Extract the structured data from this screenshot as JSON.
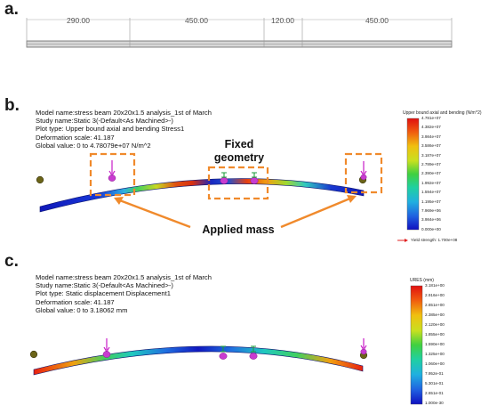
{
  "panel_a": {
    "letter": "a.",
    "dims": [
      "290.00",
      "450.00",
      "120.00",
      "450.00"
    ]
  },
  "panel_b": {
    "letter": "b.",
    "info": [
      "Model name:stress beam 20x20x1.5 analysis_1st of March",
      "Study name:Static 3(-Default<As Machined>-)",
      "Plot type: Upper bound axial and bending Stress1",
      "Deformation scale: 41.187",
      "Global value: 0 to 4.78079e+07 N/m^2"
    ],
    "legend_title": "Upper bound axial and bending (N/m^2)",
    "legend_ticks": [
      "4.781e+07",
      "4.382e+07",
      "3.984e+07",
      "3.586e+07",
      "3.187e+07",
      "2.789e+07",
      "2.390e+07",
      "1.992e+07",
      "1.594e+07",
      "1.195e+07",
      "7.969e+06",
      "3.984e+06",
      "0.000e+00"
    ],
    "yield_label": "Yield strength: 1.700e+08",
    "fixed_label": "Fixed\ngeometry",
    "applied_label": "Applied mass"
  },
  "panel_c": {
    "letter": "c.",
    "info": [
      "Model name:stress beam 20x20x1.5 analysis_1st of March",
      "Study name:Static 3(-Default<As Machined>-)",
      "Plot type: Static displacement Displacement1",
      "Deformation scale: 41.187",
      "Global value: 0 to 3.18062 mm"
    ],
    "legend_title": "URES (mm)",
    "legend_ticks": [
      "3.181e+00",
      "2.916e+00",
      "2.651e+00",
      "2.385e+00",
      "2.120e+00",
      "1.855e+00",
      "1.590e+00",
      "1.325e+00",
      "1.060e+00",
      "7.952e-01",
      "5.301e-01",
      "2.651e-01",
      "1.000e-30"
    ]
  },
  "colors": {
    "orange": "#f08a2c",
    "magenta": "#c81cc8",
    "mass": "#c83cd0",
    "fixture": "#1e9e3c",
    "olive": "#6b6418"
  }
}
